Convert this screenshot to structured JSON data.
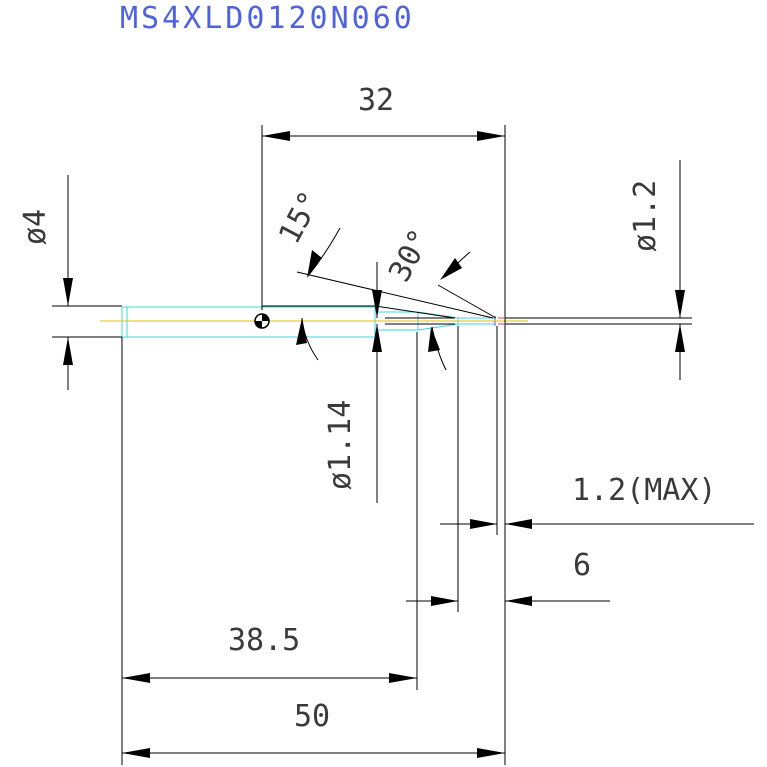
{
  "title": "MS4XLD0120N060",
  "dimensions": {
    "length_32": "32",
    "angle_15": "15°",
    "angle_30": "30°",
    "diameter_4": "ø4",
    "diameter_1_2": "ø1.2",
    "diameter_1_14": "ø1.14",
    "max_1_2": "1.2(MAX)",
    "length_6": "6",
    "length_38_5": "38.5",
    "length_50": "50"
  },
  "colors": {
    "title": "#4f63e0",
    "outline": "#3fd4e0",
    "centerline": "#e0c200",
    "dimension": "#000000"
  }
}
